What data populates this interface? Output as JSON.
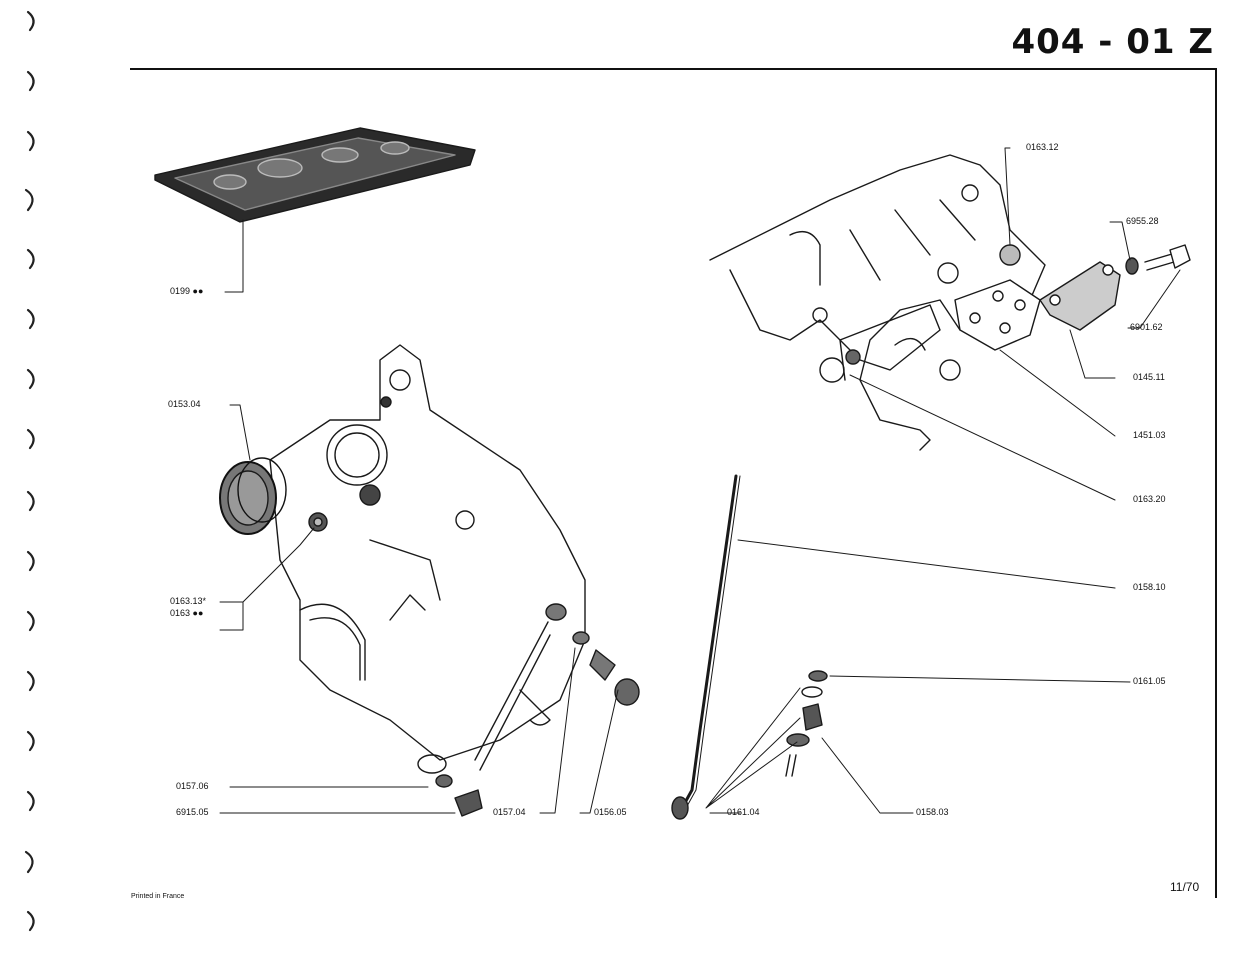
{
  "header": {
    "title": "404 - 01 Z"
  },
  "footer": {
    "printed": "Printed in France",
    "page": "11/70"
  },
  "parts": {
    "p0199": "0199 ●●",
    "p015304": "0153.04",
    "p016313": "0163.13*",
    "p0163": "0163 ●●",
    "p015706": "0157.06",
    "p691505": "6915.05",
    "p015704": "0157.04",
    "p015605": "0156.05",
    "p016104": "0161.04",
    "p015803": "0158.03",
    "p016105": "0161.05",
    "p015810": "0158.10",
    "p016320": "0163.20",
    "p145103": "1451.03",
    "p014511": "0145.11",
    "p690162": "6901.62",
    "p695528": "6955.28",
    "p016312": "0163.12"
  }
}
